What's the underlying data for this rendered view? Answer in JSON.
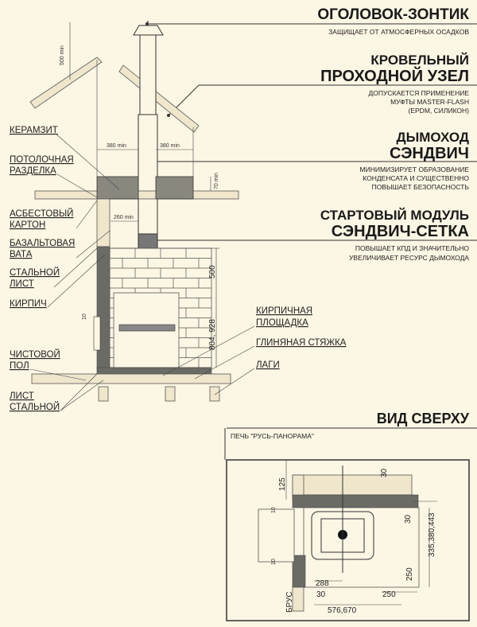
{
  "sections": [
    {
      "title_lines": [
        "ОГОЛОВОК-ЗОНТИК"
      ],
      "desc_lines": [
        "ЗАЩИЩАЕТ ОТ АТМОСФЕРНЫХ ОСАДКОВ"
      ]
    },
    {
      "title_lines": [
        "КРОВЕЛЬНЫЙ",
        "ПРОХОДНОЙ УЗЕЛ"
      ],
      "desc_lines": [
        "ДОПУСКАЕТСЯ ПРИМЕНЕНИЕ",
        "МУФТЫ MASTER-FLASH",
        "(EPDM, СИЛИКОН)"
      ]
    },
    {
      "title_lines": [
        "ДЫМОХОД",
        "СЭНДВИЧ"
      ],
      "desc_lines": [
        "МИНИМИЗИРУЕТ ОБРАЗОВАНИЕ",
        "КОНДЕНСАТА И СУЩЕСТВЕННО",
        "ПОВЫШАЕТ БЕЗОПАСНОСТЬ"
      ]
    },
    {
      "title_lines": [
        "СТАРТОВЫЙ МОДУЛЬ",
        "СЭНДВИЧ-СЕТКА"
      ],
      "desc_lines": [
        "ПОВЫШАЕТ КПД И ЗНАЧИТЕЛЬНО",
        "УВЕЛИЧИВАЕТ РЕСУРС ДЫМОХОДА"
      ]
    }
  ],
  "left_labels": [
    [
      "КЕРАМЗИТ"
    ],
    [
      "ПОТОЛОЧНАЯ",
      "РАЗДЕЛКА"
    ],
    [
      "АСБЕСТОВЫЙ",
      "КАРТОН"
    ],
    [
      "БАЗАЛЬТОВАЯ",
      "ВАТА"
    ],
    [
      "СТАЛЬНОЙ",
      "ЛИСТ"
    ],
    [
      "КИРПИЧ"
    ],
    [
      "ЧИСТОВОЙ",
      "ПОЛ"
    ],
    [
      "ЛИСТ",
      "СТАЛЬНОЙ"
    ]
  ],
  "middle_labels": [
    [
      "КИРПИЧНАЯ",
      "ПЛОЩАДКА"
    ],
    [
      "ГЛИНЯНАЯ СТЯЖКА"
    ],
    [
      "ЛАГИ"
    ]
  ],
  "side_dims": {
    "top_500": "500 min",
    "clear_left": "380 min",
    "clear_right": "380 min",
    "ceiling_70": "70 min",
    "clear_260": "260 min",
    "h_500": "500",
    "h_804": "804, 928",
    "gap_10": "10"
  },
  "top_view": {
    "title": "ВИД СВЕРХУ",
    "stove_label": "ПЕЧЬ \"РУСЬ-ПАНОРАМА\"",
    "dims": {
      "d125": "125",
      "d30_top": "30",
      "d30_right": "30",
      "d335": "335,380,443",
      "d250_right": "250",
      "d288": "288",
      "d30_bottom": "30",
      "d250_bottom": "250",
      "d576": "576,670",
      "d10a": "10",
      "d10b": "10"
    },
    "brus_label": "БРУС"
  }
}
